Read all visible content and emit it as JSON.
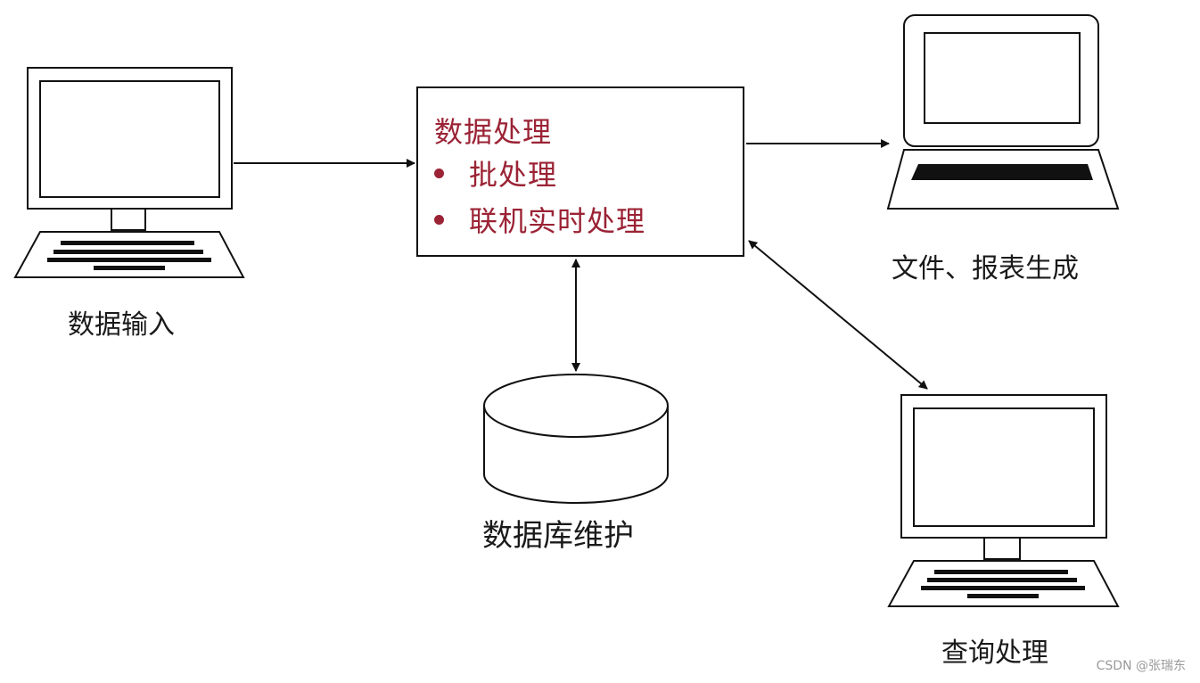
{
  "nodes": {
    "data_input": {
      "label": "数据输入",
      "icon": "desktop-computer-icon"
    },
    "processing": {
      "title": "数据处理",
      "items": [
        "批处理",
        "联机实时处理"
      ]
    },
    "file_report": {
      "label": "文件、报表生成",
      "icon": "laptop-icon"
    },
    "database": {
      "label": "数据库维护",
      "icon": "database-cylinder-icon"
    },
    "query": {
      "label": "查询处理",
      "icon": "desktop-computer-icon"
    }
  },
  "edges": [
    {
      "from": "data_input",
      "to": "processing",
      "direction": "forward"
    },
    {
      "from": "processing",
      "to": "file_report",
      "direction": "forward"
    },
    {
      "from": "processing",
      "to": "database",
      "direction": "both"
    },
    {
      "from": "processing",
      "to": "query",
      "direction": "both"
    }
  ],
  "colors": {
    "accent": "#9b2335",
    "stroke": "#111111"
  },
  "watermark": "CSDN @张瑞东"
}
